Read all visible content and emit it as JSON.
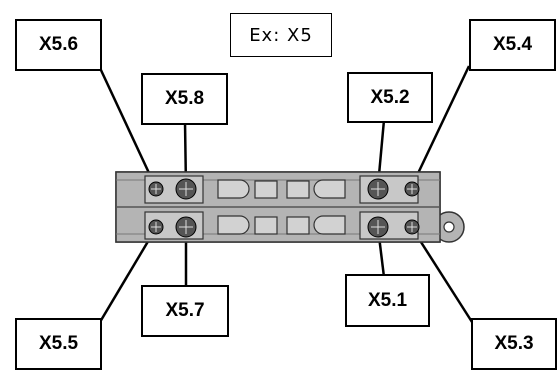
{
  "example": "Ex: X5",
  "labels": {
    "x5_1": "X5.1",
    "x5_2": "X5.2",
    "x5_3": "X5.3",
    "x5_4": "X5.4",
    "x5_5": "X5.5",
    "x5_6": "X5.6",
    "x5_7": "X5.7",
    "x5_8": "X5.8"
  },
  "colors": {
    "connector_body": "#b4b4b4",
    "connector_outline": "#333333",
    "screw": "#555555",
    "label_border": "#000000"
  }
}
